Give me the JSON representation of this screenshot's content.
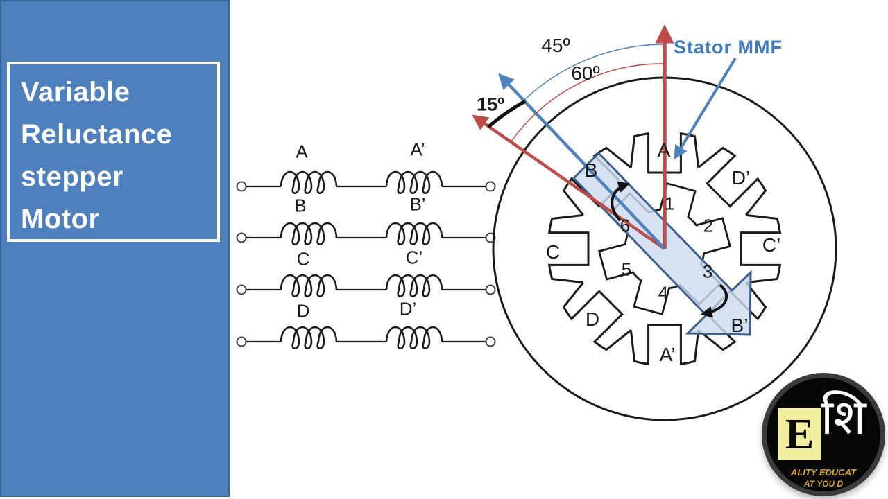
{
  "panel": {
    "title": "Variable Reluctance stepper Motor",
    "title_lines": [
      "Variable",
      "Reluctance",
      "stepper",
      "Motor"
    ]
  },
  "windings": {
    "rows": [
      {
        "left": "A",
        "right": "A’"
      },
      {
        "left": "B",
        "right": "B’"
      },
      {
        "left": "C",
        "right": "C’"
      },
      {
        "left": "D",
        "right": "D’"
      }
    ]
  },
  "motor": {
    "stator_poles": [
      "A",
      "D’",
      "C’",
      "B’",
      "A’",
      "D",
      "C",
      "B"
    ],
    "rotor_teeth": [
      "1",
      "2",
      "3",
      "4",
      "5",
      "6"
    ]
  },
  "annotations": {
    "stator_mmf": "Stator MMF",
    "angle_45": "45º",
    "angle_60": "60º",
    "angle_15": "15º"
  },
  "logo": {
    "letter": "E",
    "devanagari": "शि",
    "line1": "ALITY EDUCAT",
    "line2": "AT YOU D"
  },
  "colors": {
    "panel_blue": "#4E80BD",
    "arrow_red": "#BE4B48",
    "arrow_blue": "#4F81BD",
    "band_fill": "#D4DFEF",
    "band_edge": "#3D618F"
  }
}
